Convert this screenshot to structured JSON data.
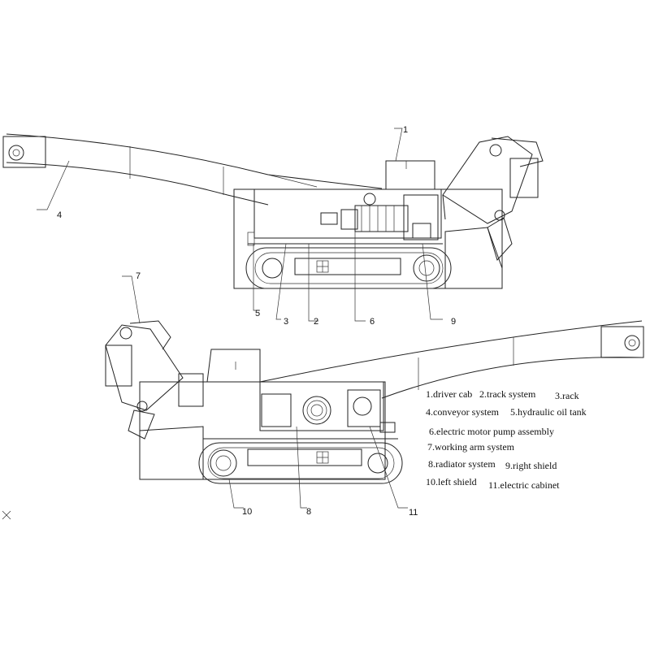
{
  "callouts": {
    "top": [
      "1",
      "4",
      "5",
      "3",
      "2",
      "6",
      "9"
    ],
    "bottom": [
      "7",
      "10",
      "8",
      "11"
    ]
  },
  "legend": [
    "1.driver cab",
    "2.track system",
    "3.rack",
    "4.conveyor system",
    "5.hydraulic oil tank",
    "6.electric motor pump assembly",
    "7.working arm system",
    "8.radiator system",
    "9.right shield",
    "10.left shield",
    "11.electric cabinet"
  ]
}
